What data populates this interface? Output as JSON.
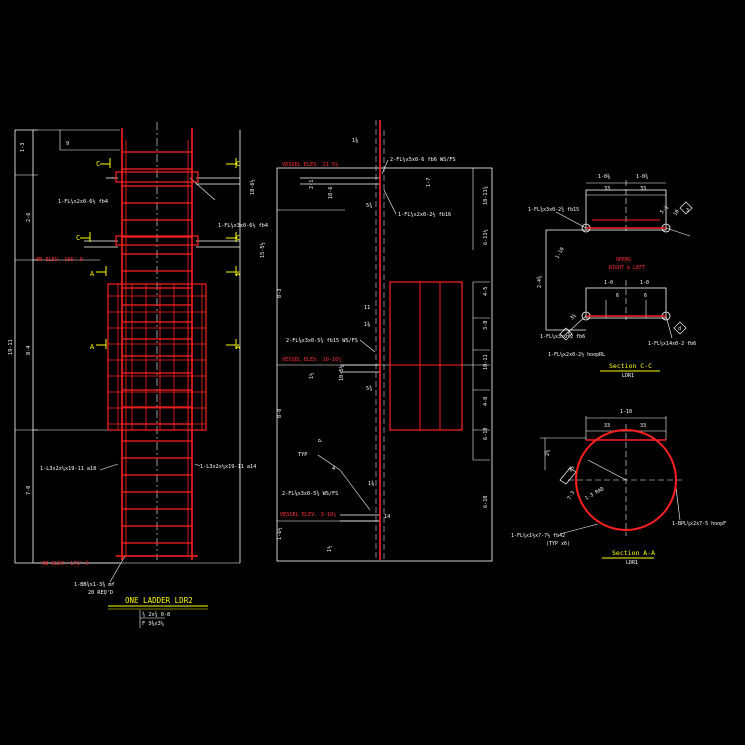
{
  "colors": {
    "background": "#000000",
    "line": "#ffffff",
    "member": "#ff2020",
    "accent": "#ffff00",
    "label": "#ff3030"
  },
  "elevation": {
    "labels": {
      "dim_1_3": "1-3",
      "dim_2_6": "2-6",
      "dim_8_4": "8-4",
      "dim_19_11": "19-11",
      "dim_7_0": "7-0",
      "dim_9": "9",
      "dim_15_5": "15-5½",
      "dim_18_6": "18-6½",
      "section_c": "C",
      "section_a": "A",
      "fl_top": "1-FL¼x2x0-6½ fb4",
      "fl_mid": "1-FL¼x3x0-6½ fb4",
      "angle_left": "1-L3x2x¼x19-11 a18",
      "angle_right": "1-L3x2x¼x19-11 a14",
      "plate": "1-BB¾x1-3¾ mf",
      "plate_note": "20 REQ'D",
      "elev_top": "ON ELEV. 196'-0",
      "elev_bot": "ON ELEV. 171'-0"
    },
    "title": "ONE LADDER LDR2",
    "scale_line1": "¾ 2x¾ 0-8",
    "scale_line2": "F 3⅜x3¼"
  },
  "side": {
    "labels": {
      "vessel_top": "VESSEL ELEV. 21-5½",
      "vessel_mid": "VESSEL ELEV. 10-10¼",
      "vessel_bot": "VESSEL ELEV. 3-10¼",
      "fl_top_a": "2-FL¼x5x0-6 fb6 WS/FS",
      "fl_top_b": "1-FL¼x2x0-2½ fb16",
      "fl_mid": "2-FL⅜x3x0-5¾ fb15 WS/FS",
      "fl_bot": "2-FL⅜x3x0-5¾ WS/FS",
      "typ": "TYP",
      "dim_8_3": "8-3",
      "dim_8_0": "8-0",
      "dim_1_6": "1-6½",
      "dim_18_11": "18-11¾",
      "dim_6_11": "6-11½",
      "dim_4_5": "4-5",
      "dim_3_8": "3-8",
      "dim_10_11": "10-11",
      "dim_4_0": "4-0",
      "dim_6_10": "6-10",
      "dim_6_10b": "6-10",
      "dim_1_7": "1-7",
      "dim_10_6": "10-6",
      "dim_2_1": "2-1",
      "dim_5_4": "5¾",
      "dim_1_3": "1⅜",
      "dim_11": "11",
      "dim_5_4b": "5¾",
      "dim_1_3b": "1⅜",
      "dim_1_12": "1½",
      "dim_1_3c": "1⅜",
      "dim_14": "14",
      "dim_1_12b": "1½",
      "dim_10_5": "10-5½",
      "dim_4b": "4",
      "dim_p": "P"
    }
  },
  "section_cc": {
    "labels": {
      "dim_1_0a": "1-0⅜",
      "dim_1_0b": "1-0¾",
      "dim_2_4": "2-4¾",
      "dim_1_0c": "1-0",
      "dim_1_0d": "1-0",
      "dim_6a": "6",
      "dim_6b": "6",
      "dim_33a": "33",
      "dim_33b": "33",
      "dim_3_4": "3¾",
      "dim_1_10": "1-10",
      "dim_18": "18",
      "dim_5_8": "5-⅞",
      "opens": "OPENS",
      "opens_sub": "RIGHT & LEFT",
      "fl_a": "1-FL¾x3x0-2¾ fb15",
      "fl_b": "1-FL¼x3x0-2 fb6",
      "fl_c": "1-FL¼x14x0-2 fb6",
      "fl_d": "1-FL¼x2x0-2½ hoopRL",
      "tag_a": "3",
      "tag_b": "3",
      "tag_c": "d"
    },
    "title": "Section C-C",
    "sub": "LDR1"
  },
  "section_aa": {
    "labels": {
      "dim_1_10": "1-10",
      "dim_33a": "33",
      "dim_33b": "33",
      "dim_2_6": "2¾",
      "dim_2_2": "2¼",
      "dim_1_3": "1-3 RAD",
      "dim_7_3": "7-3",
      "fl_left": "1-FL¼x1½x7-7½ fb42",
      "fl_left_sub": "(TYP x6)",
      "fl_right": "1-BPL¼x2x7-5 hoopF"
    },
    "title": "Section A-A",
    "sub": "LDR1"
  }
}
